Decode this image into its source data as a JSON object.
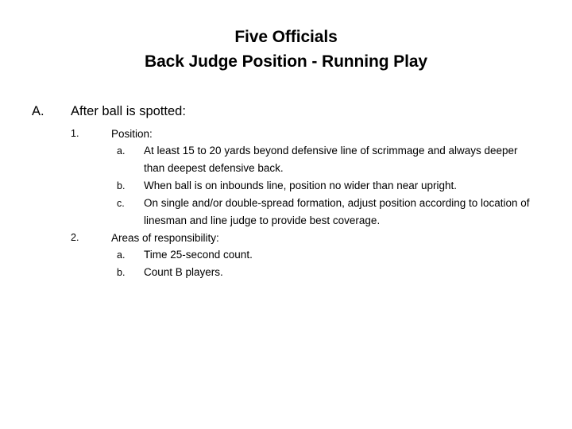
{
  "slide": {
    "background_color": "#ffffff",
    "text_color": "#000000",
    "title": {
      "line1": "Five Officials",
      "line2": "Back Judge Position - Running Play"
    },
    "outline": {
      "level_a": {
        "marker": "A.",
        "text": "After ball is spotted:"
      },
      "items": [
        {
          "marker": "1.",
          "text": "Position:",
          "subitems": [
            {
              "marker": "a.",
              "text": "At least 15 to 20 yards beyond defensive line of scrimmage and always deeper than deepest defensive back."
            },
            {
              "marker": "b.",
              "text": "When ball is on inbounds line, position no wider than near upright."
            },
            {
              "marker": "c.",
              "text": "On single and/or double-spread formation, adjust position according to location of linesman and line judge to provide best coverage."
            }
          ]
        },
        {
          "marker": "2.",
          "text": "Areas of responsibility:",
          "subitems": [
            {
              "marker": "a.",
              "text": "Time 25-second count."
            },
            {
              "marker": "b.",
              "text": "Count B players."
            }
          ]
        }
      ]
    }
  }
}
